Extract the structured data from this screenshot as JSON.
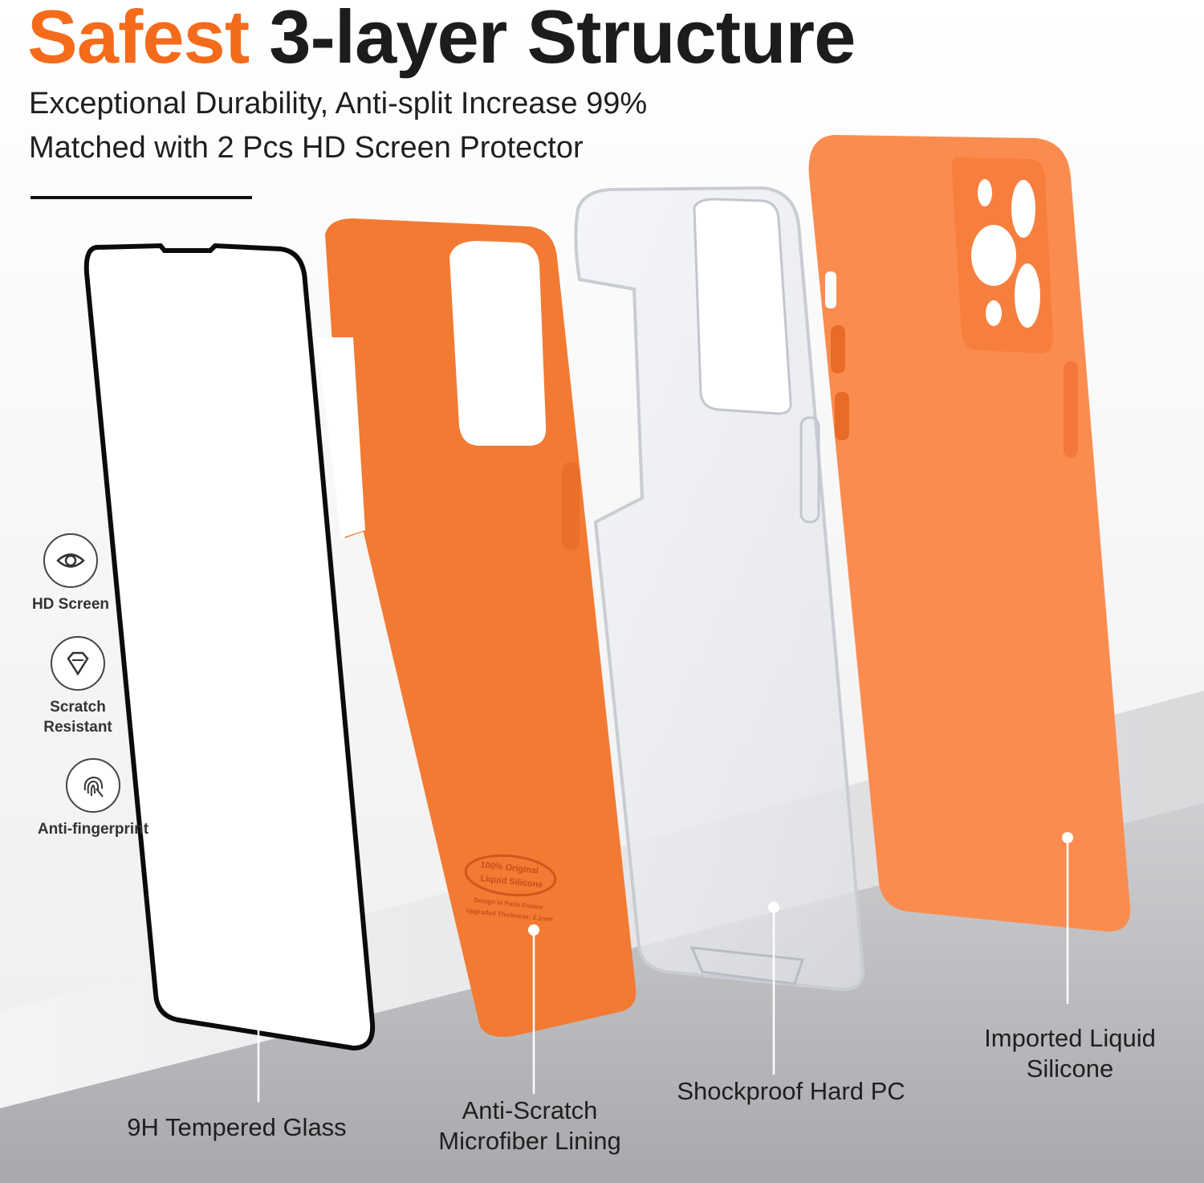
{
  "headline": {
    "accent": "Safest",
    "rest": "3-layer Structure"
  },
  "subheadline": {
    "line1": "Exceptional Durability, Anti-split Increase 99%",
    "line2": "Matched with 2 Pcs HD Screen Protector"
  },
  "features": [
    {
      "icon": "eye-icon",
      "label": "HD Screen"
    },
    {
      "icon": "diamond-icon",
      "label": "Scratch Resistant"
    },
    {
      "icon": "fingerprint-icon",
      "label": "Anti-fingerprint"
    }
  ],
  "emboss": {
    "line1": "100% Original",
    "line2": "Liquid Silicone",
    "line3": "Design in Paris France",
    "line4": "Upgraded Thickness: 2.1mm"
  },
  "callouts": [
    "9H Tempered Glass",
    "Anti-Scratch Microfiber Lining",
    "Shockproof Hard PC",
    "Imported Liquid Silicone"
  ],
  "colors": {
    "accent": "#f46b1b",
    "silicone": "#fb8c4f",
    "lining": "#f27a33",
    "text": "#1c1c1c"
  }
}
